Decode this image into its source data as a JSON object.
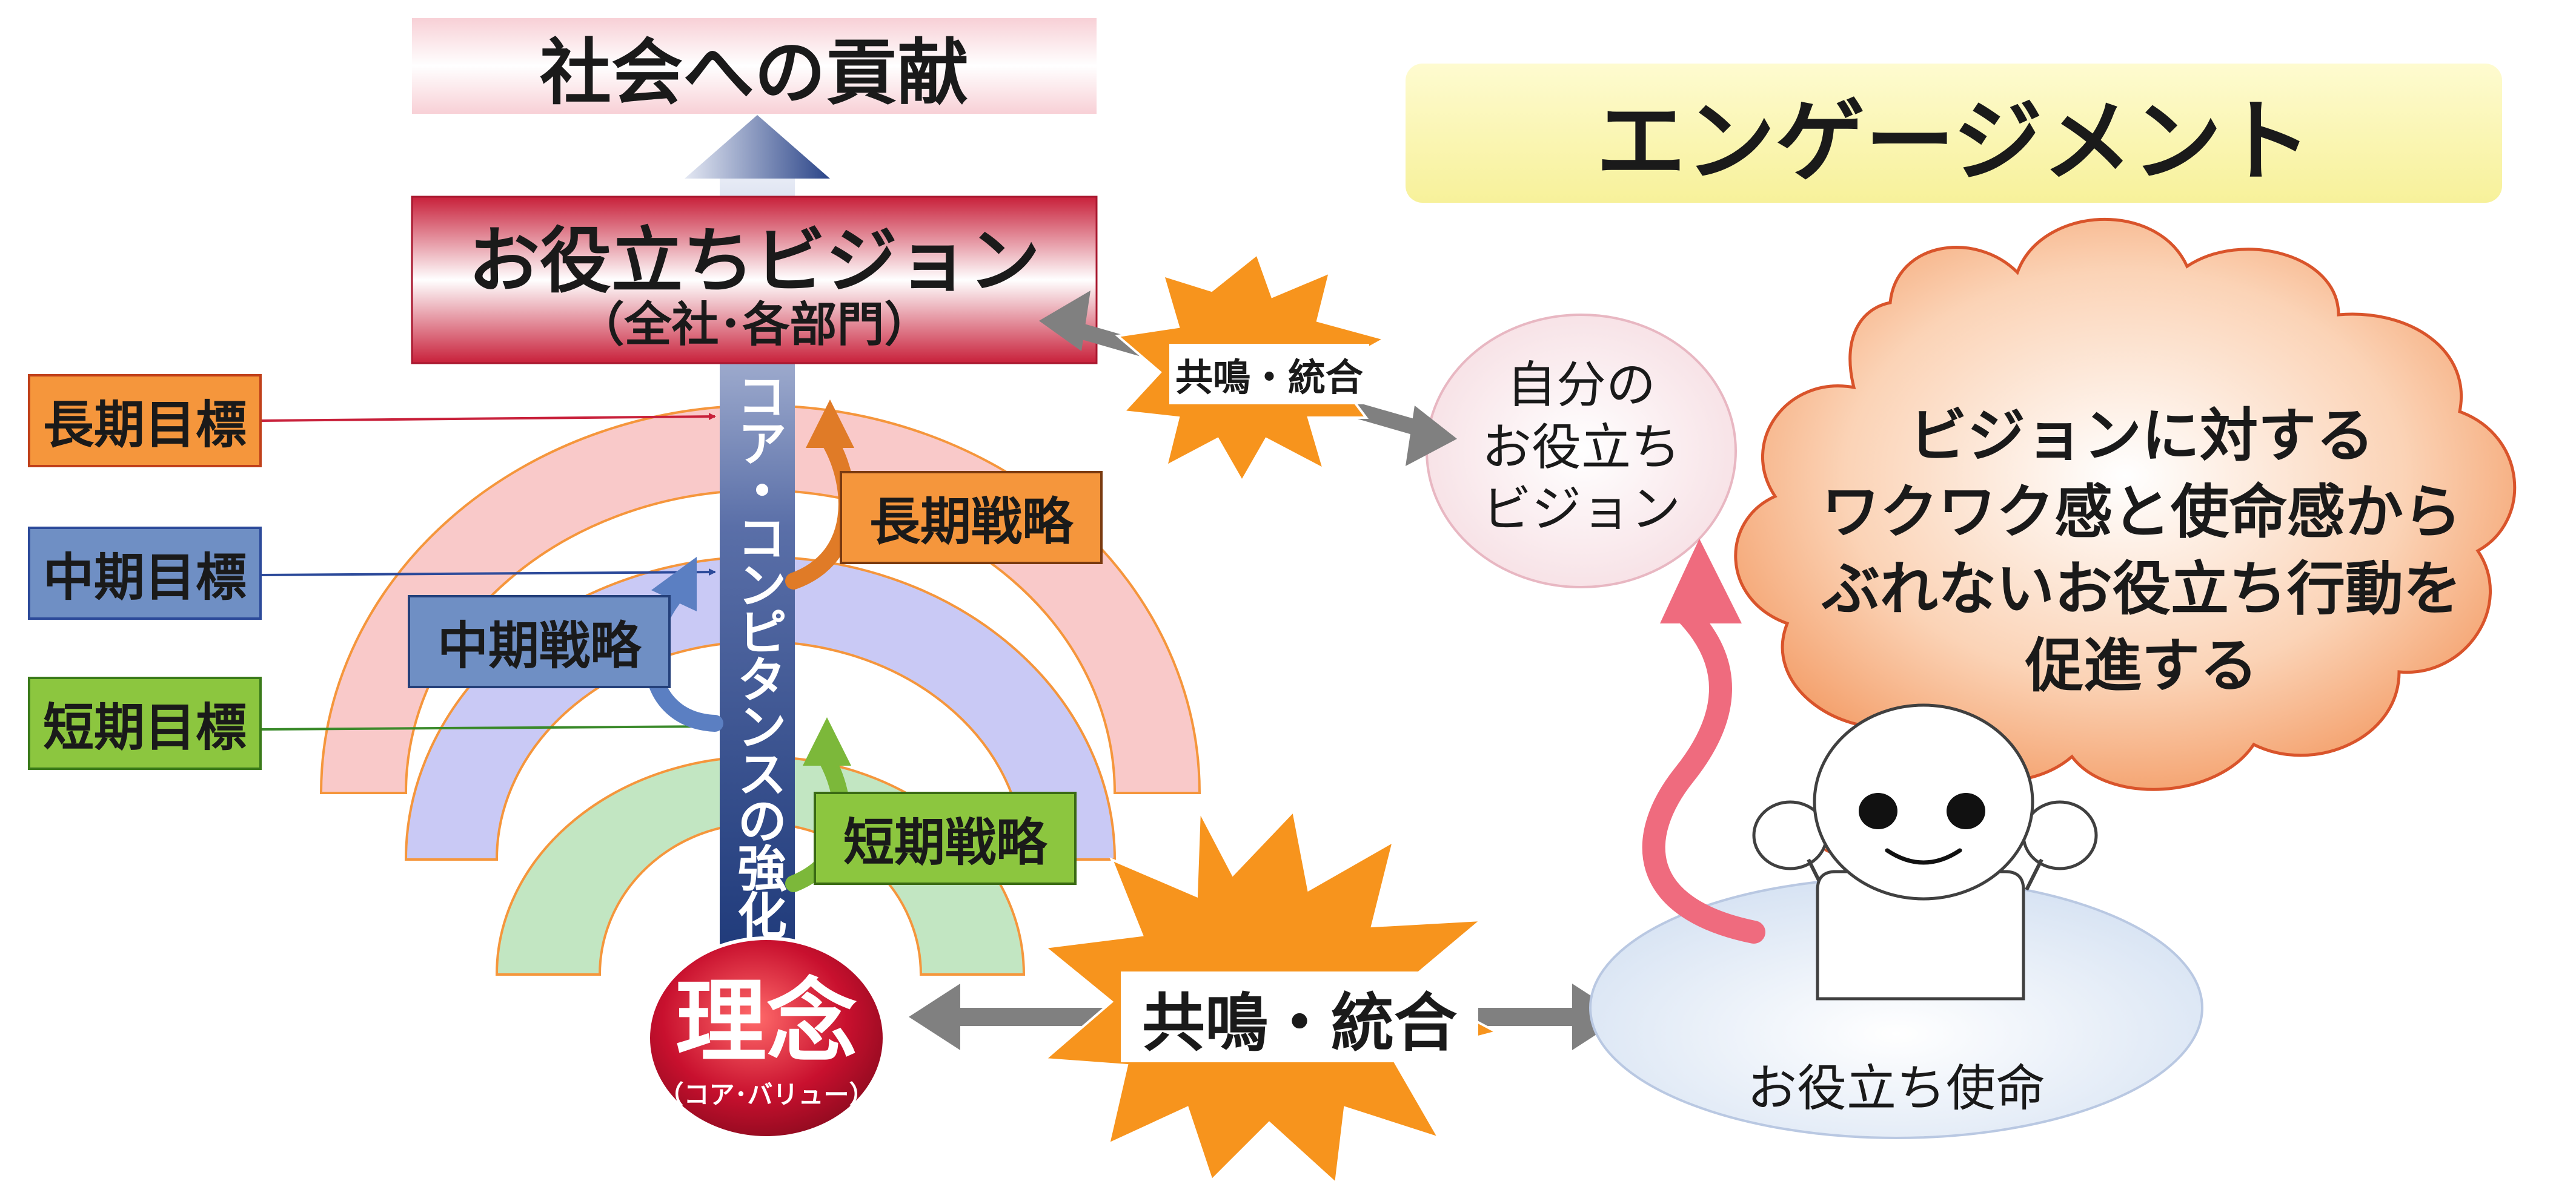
{
  "top_banner": "社会への貢献",
  "vision": {
    "title": "お役立ちビジョン",
    "subtitle": "（全社･各部門）"
  },
  "engagement_title": "エンゲージメント",
  "goals": {
    "long": "長期目標",
    "mid": "中期目標",
    "short": "短期目標"
  },
  "strategies": {
    "long": "長期戦略",
    "mid": "中期戦略",
    "short": "短期戦略"
  },
  "core_arrow_text": "コア・コンピタンスの強化",
  "philosophy": {
    "title": "理念",
    "subtitle": "（コア･バリュー）"
  },
  "resonance_small": "共鳴・統合",
  "resonance_large": "共鳴・統合",
  "self_vision": [
    "自分の",
    "お役立ち",
    "ビジョン"
  ],
  "cloud_text": [
    "ビジョンに対する",
    "ワクワク感と使命感から",
    "ぶれないお役立ち行動を",
    "促進する"
  ],
  "mission": "お役立ち使命",
  "colors": {
    "vision_red": "#c8203a",
    "goal_orange": "#f5963c",
    "goal_blue": "#6f8fc4",
    "goal_green": "#8cc63f",
    "arch_pink": "#f9c9c9",
    "arch_lavender": "#c9c9f5",
    "arch_mint": "#c2e6c2",
    "burst_orange": "#f7941d",
    "engagement_yellow": "#fbf7b0",
    "cloud_orange": "#f7b183"
  }
}
